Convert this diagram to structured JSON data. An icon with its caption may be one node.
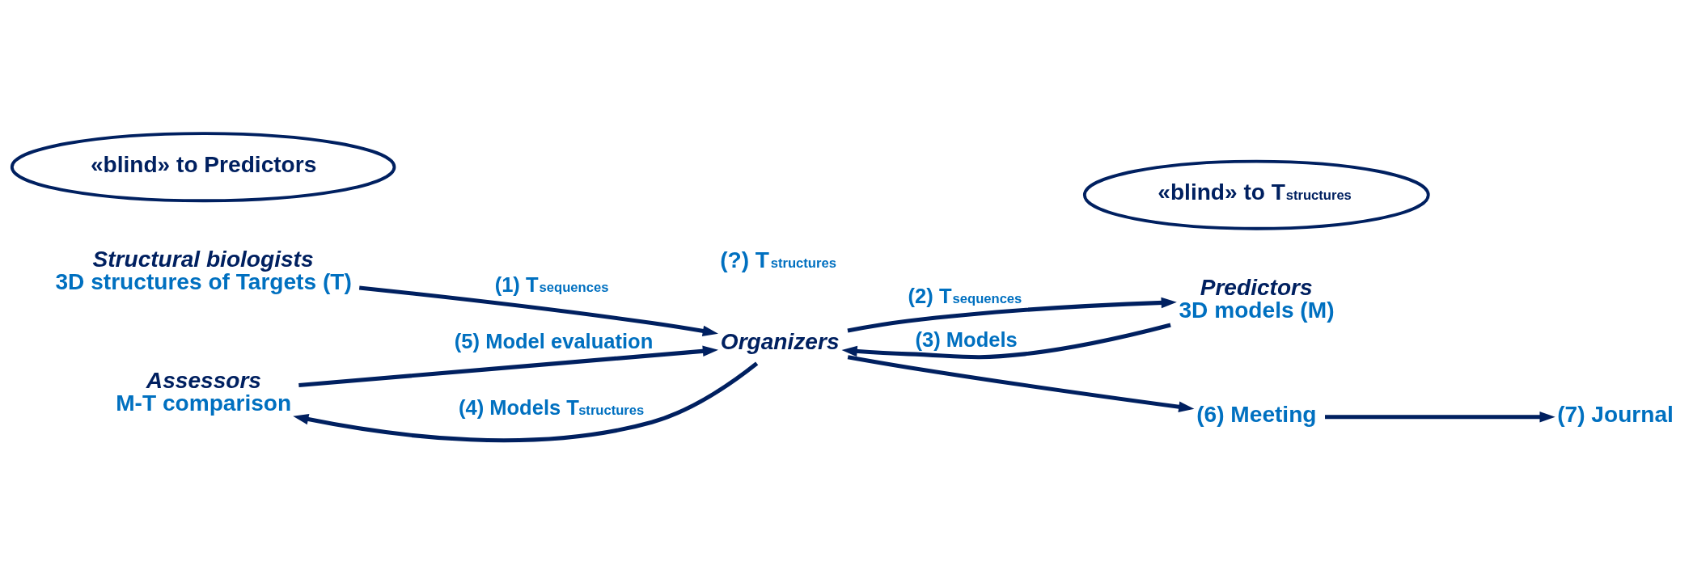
{
  "diagram": {
    "nodes": [
      {
        "text": [
          "Structural biologists",
          "3D structures of Targets (T)"
        ]
      },
      {
        "text": [
          "Organizers"
        ]
      },
      {
        "text": [
          "Predictors",
          "3D models (M)"
        ]
      },
      {
        "text": [
          "«blind» to T$_{structures}$"
        ]
      },
      {
        "text": [
          "Assessors",
          "M-T comparison"
        ]
      },
      {
        "text": [
          "«blind» to Predictors"
        ]
      },
      {
        "text": [
          "(6) Meeting"
        ]
      },
      {
        "text": [
          "(7) Journal"
        ]
      }
    ],
    "edges": [
      {
        "from": 0,
        "to": 1,
        "arrow": "to",
        "label": "(1) T$_{sequences}$"
      },
      {
        "from": 1,
        "to": 2,
        "arrow": "to",
        "label": "(2) T$_{sequences}$"
      },
      {
        "from": 2,
        "to": 1,
        "arrow": "to",
        "label": "(3) Models"
      },
      {
        "from": 1,
        "to": 4,
        "arrow": "to",
        "label": "(4) Models T$_{structures}$"
      },
      {
        "from": 4,
        "to": 1,
        "arrow": "to",
        "label": "(5) Model evaluation"
      },
      {
        "from": 1,
        "to": 6,
        "arrow": "to"
      },
      {
        "from": 6,
        "to": 7,
        "arrow": "to"
      }
    ],
    "labels": [
      "(?) T$_{structures}$"
    ]
  }
}
